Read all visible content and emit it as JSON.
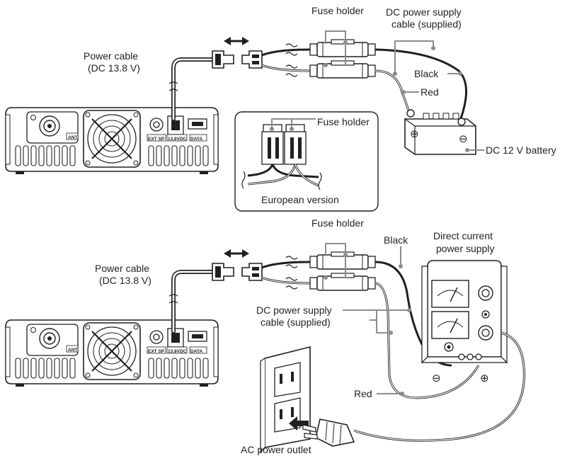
{
  "top": {
    "fuse_holder": "Fuse holder",
    "dc_cable_line1": "DC power supply",
    "dc_cable_line2": "cable (supplied)",
    "power_cable_line1": "Power cable",
    "power_cable_line2": "(DC 13.8 V)",
    "black": "Black",
    "red": "Red",
    "battery": "DC 12 V battery",
    "inset_fuse_holder": "Fuse holder",
    "inset_caption": "European version"
  },
  "bottom": {
    "fuse_holder": "Fuse holder",
    "black": "Black",
    "supply_line1": "Direct current",
    "supply_line2": "power supply",
    "power_cable_line1": "Power cable",
    "power_cable_line2": "(DC 13.8 V)",
    "dc_cable_line1": "DC power supply",
    "dc_cable_line2": "cable (supplied)",
    "red": "Red",
    "ac_outlet": "AC power outlet"
  },
  "panel_labels": {
    "ant": "ANT",
    "ext_sp": "EXT SP",
    "dc_in": "13.8VDC",
    "data": "DATA"
  },
  "symbols": {
    "plus": "⊕",
    "minus": "⊖"
  },
  "icons": [
    "radio-rear-panel-icon",
    "fan-icon",
    "connector-icon",
    "fuse-holder-icon",
    "battery-icon",
    "power-supply-icon",
    "meter-icon",
    "wall-outlet-icon",
    "ac-plug-icon",
    "double-arrow-icon"
  ]
}
